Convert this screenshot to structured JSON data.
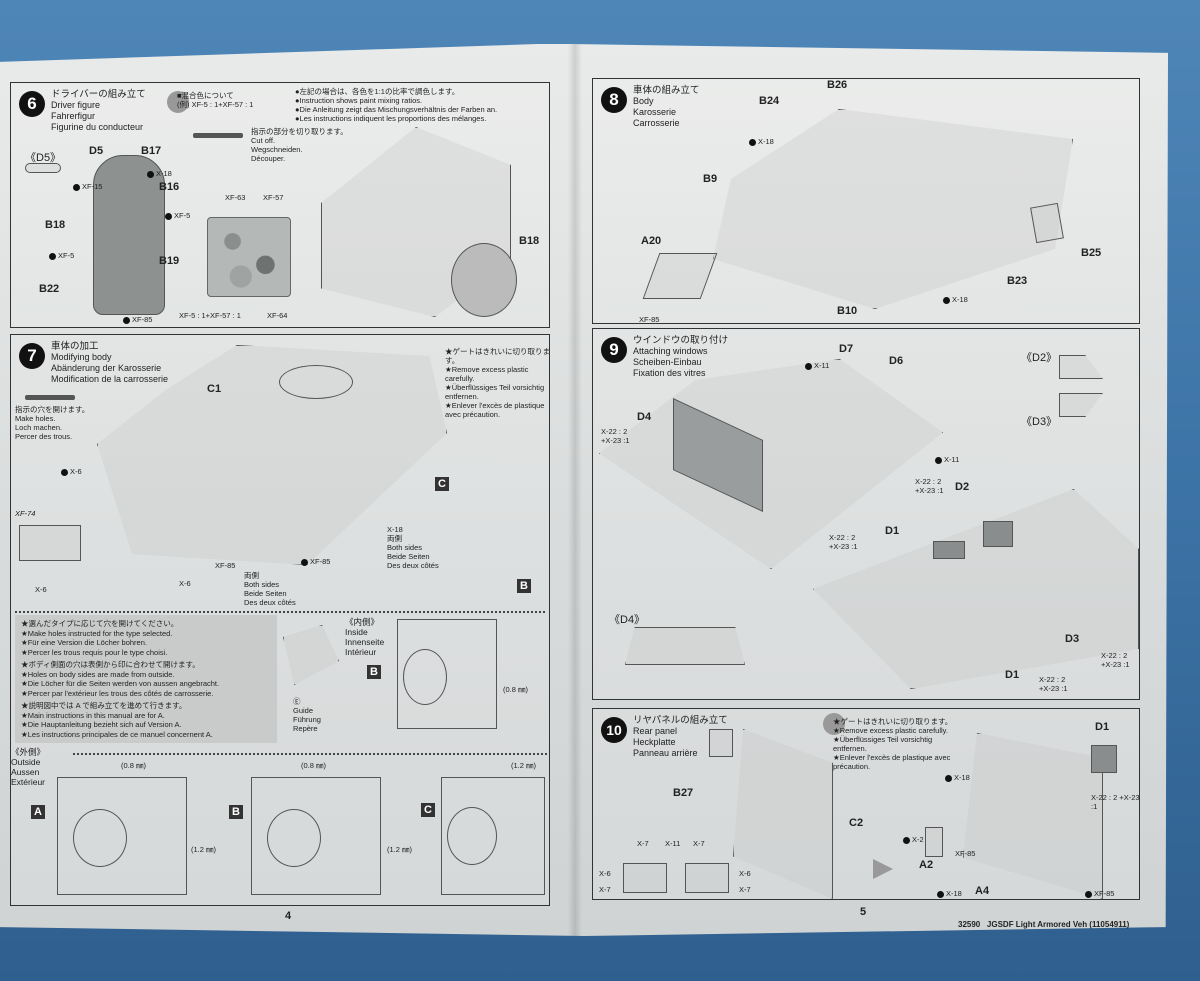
{
  "page_left": {
    "number": "4",
    "step6": {
      "num": "6",
      "title_jp": "ドライバーの組み立て",
      "title_en": "Driver figure",
      "title_de": "Fahrerfigur",
      "title_fr": "Figurine du conducteur",
      "mix_title": "■混合色について",
      "mix_example": "(例) XF-5 : 1+XF-57 : 1",
      "mix_notes": [
        "●左記の場合は、各色を1:1の比率で調色します。",
        "●Instruction shows paint mixing ratios.",
        "●Die Anleitung zeigt das Mischungsverhältnis der Farben an.",
        "●Les instructions indiquent les proportions des mélanges."
      ],
      "cut_notes": [
        "指示の部分を切り取ります。",
        "Cut off.",
        "Wegschneiden.",
        "Découper."
      ],
      "parts": [
        "《D5》",
        "D5",
        "B17",
        "X-18",
        "XF-15",
        "B16",
        "XF-5",
        "B18",
        "XF-5",
        "B19",
        "B22",
        "XF-85",
        "XF-63",
        "XF-57",
        "XF-5 : 1+XF-57 : 1",
        "XF-64",
        "B18"
      ]
    },
    "step7": {
      "num": "7",
      "title_jp": "車体の加工",
      "title_en": "Modifying body",
      "title_de": "Abänderung der Karosserie",
      "title_fr": "Modification de la carrosserie",
      "hole_notes": [
        "指示の穴を開けます。",
        "Make holes.",
        "Loch machen.",
        "Percer des trous."
      ],
      "gate_notes": [
        "★ゲートはきれいに切り取ります。",
        "★Remove excess plastic carefully.",
        "★Überflüssiges Teil vorsichtig entfernen.",
        "★Enlever l'excès de plastique avec précaution."
      ],
      "parts": [
        "C1",
        "X-6",
        "XF-74",
        "X-6",
        "X-6",
        "XF-85",
        "XF-85",
        "X-18"
      ],
      "both_sides_1": [
        "両側",
        "Both sides",
        "Beide Seiten",
        "Des deux côtés"
      ],
      "both_sides_2": [
        "両側",
        "Both sides",
        "Beide Seiten",
        "Des deux côtés"
      ],
      "variants": [
        "C",
        "B"
      ]
    },
    "notes": [
      "★選んだタイプに応じて穴を開けてください。",
      "★Make holes instructed for the type selected.",
      "★Für eine Version die Löcher bohren.",
      "★Percer les trous requis pour le type choisi.",
      "★ボディ側面の穴は表側から印に合わせて開けます。",
      "★Holes on body sides are made from outside.",
      "★Die Löcher für die Seiten werden von aussen angebracht.",
      "★Percer par l'extérieur les trous des côtés de carrosserie.",
      "★説明図中では A で組み立てを進めて行きます。",
      "★Main instructions in this manual are for A.",
      "★Die Hauptanleitung bezieht sich auf Version A.",
      "★Les instructions principales de ce manuel concernent A."
    ],
    "guide": [
      "Ⓔ",
      "Guide",
      "Führung",
      "Repère"
    ],
    "inside": [
      "《内側》",
      "Inside",
      "Innenseite",
      "Intérieur"
    ],
    "outside": [
      "《外側》",
      "Outside",
      "Aussen",
      "Extérieur"
    ],
    "drill_08": "(0.8 ㎜)",
    "drill_12": "(1.2 ㎜)",
    "letters": [
      "A",
      "B",
      "C",
      "B"
    ]
  },
  "page_right": {
    "number": "5",
    "footer": "32590   JGSDF Light Armored Veh (11054911)",
    "step8": {
      "num": "8",
      "title_jp": "車体の組み立て",
      "title_en": "Body",
      "title_de": "Karosserie",
      "title_fr": "Carrosserie",
      "parts": [
        "B26",
        "B24",
        "X-18",
        "B9",
        "A20",
        "XF-85",
        "B10",
        "X-18",
        "B23",
        "B25"
      ]
    },
    "step9": {
      "num": "9",
      "title_jp": "ウインドウの取り付け",
      "title_en": "Attaching windows",
      "title_de": "Scheiben-Einbau",
      "title_fr": "Fixation des vitres",
      "parts": [
        "D7",
        "X-11",
        "D6",
        "X-11",
        "D4",
        "《D2》",
        "《D3》",
        "D2",
        "D1",
        "D3",
        "D1",
        "《D4》"
      ],
      "mix": "X-22 : 2\n+X-23 :1"
    },
    "step10": {
      "num": "10",
      "title_jp": "リヤパネルの組み立て",
      "title_en": "Rear panel",
      "title_de": "Heckplatte",
      "title_fr": "Panneau arrière",
      "gate_notes": [
        "★ゲートはきれいに切り取ります。",
        "★Remove excess plastic carefully.",
        "★Überflüssiges Teil vorsichtig entfernen.",
        "★Enlever l'excès de plastique avec précaution."
      ],
      "parts": [
        "B27",
        "C2",
        "X-7",
        "X-11",
        "X-7",
        "X-6",
        "X-6",
        "X-7",
        "X-7",
        "D1",
        "X-18",
        "X-2",
        "A2",
        "XF-85",
        "X-18",
        "A4",
        "XF-85",
        "X-22 : 2 +X-23 :1"
      ]
    }
  }
}
